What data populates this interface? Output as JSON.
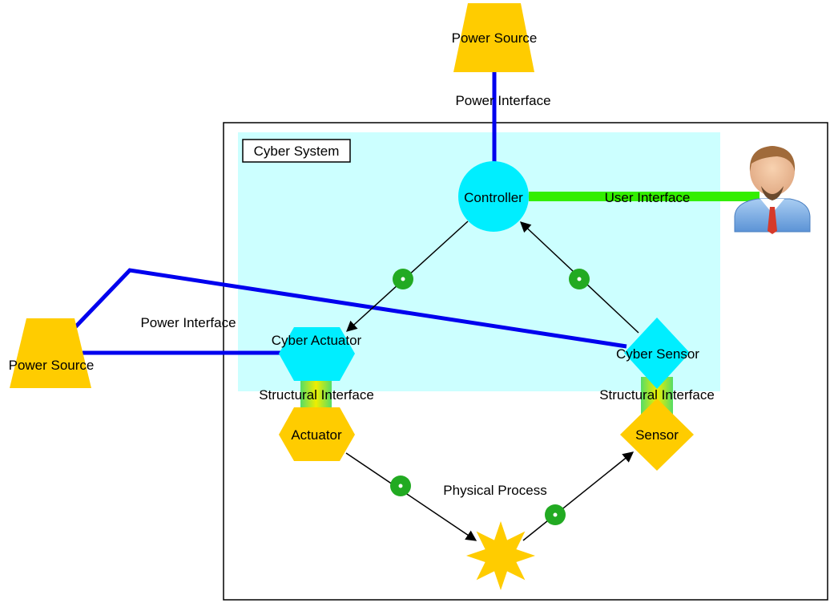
{
  "labels": {
    "power_source_top": "Power Source",
    "power_source_left": "Power Source",
    "power_interface_top": "Power Interface",
    "power_interface_left": "Power Interface",
    "cyber_system": "Cyber System",
    "controller": "Controller",
    "user_interface": "User Interface",
    "cyber_actuator": "Cyber Actuator",
    "cyber_sensor": "Cyber Sensor",
    "structural_interface_left": "Structural Interface",
    "structural_interface_right": "Structural Interface",
    "actuator": "Actuator",
    "sensor": "Sensor",
    "physical_process": "Physical Process"
  },
  "colors": {
    "power_line": "#0000ee",
    "user_line": "#33ee00",
    "cyber_region": "#ccffff",
    "cyber_node": "#00eeff",
    "physical_node": "#ffcc00",
    "flow_dot": "#22aa22"
  }
}
